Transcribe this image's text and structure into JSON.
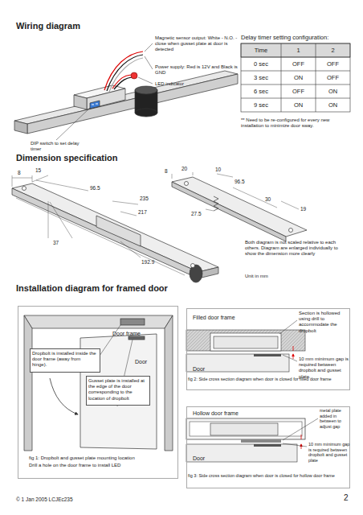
{
  "diagram": {
    "nodes": [
      {
        "text": [
          "Door frame",
          "Door",
          "fig 1: Dropbolt and gusset plate mounting location",
          "Drill a hole on the door frame to install LED"
        ]
      },
      {
        "text": [
          "Dropbolt is installed inside the door frame (away from hinge)."
        ],
        "in": 0
      },
      {
        "text": [
          "Gusset plate is installed at the edge of the door corresponding to the location of dropbolt"
        ],
        "in": 0
      },
      {
        "text": [
          "Filled door frame",
          "Section is hollowed using drill to accommodate the dropbolt",
          "Door",
          "10 mm minimum gap is required between dropbolt and gusset plate.",
          "fig 2: Side cross section diagram when door is closed for filled door frame"
        ]
      },
      {
        "text": [
          "Hollow door frame",
          "metal plate added in between to adjust gap",
          "Door",
          "10 mm minimum gap is required between dropbolt and gusset plate",
          "fig 3: Side cross section diagram when door is closed for hollow door frame"
        ]
      }
    ],
    "labels": [
      "Wiring diagram",
      "Magnetic sensor output: White - N.O. - close when gusset plate at door is detected",
      "Power supply: Red is 12V and Black is GND",
      "LED indicator",
      "Delay timer setting configuration:",
      "Time",
      "1",
      "2",
      "0 sec",
      "OFF",
      "OFF",
      "3 sec",
      "ON",
      "OFF",
      "6 sec",
      "OFF",
      "ON",
      "9 sec",
      "ON",
      "ON",
      "** Need to be re-configured for every new installation to minimize door sway.",
      "DIP switch to set delay timer",
      "Dimension specification",
      "8",
      "15",
      "96.5",
      "235",
      "217",
      "37",
      "192.9",
      "8",
      "20",
      "10",
      "96.5",
      "30",
      "19",
      "27.5",
      "Both diagram is not scaled relative to each others. Diagram are enlarged individually to show the dimension more clearly",
      "Unit in mm",
      "Installation diagram for framed door",
      "© 1 Jan 2005  LCJEc235",
      "2"
    ]
  }
}
